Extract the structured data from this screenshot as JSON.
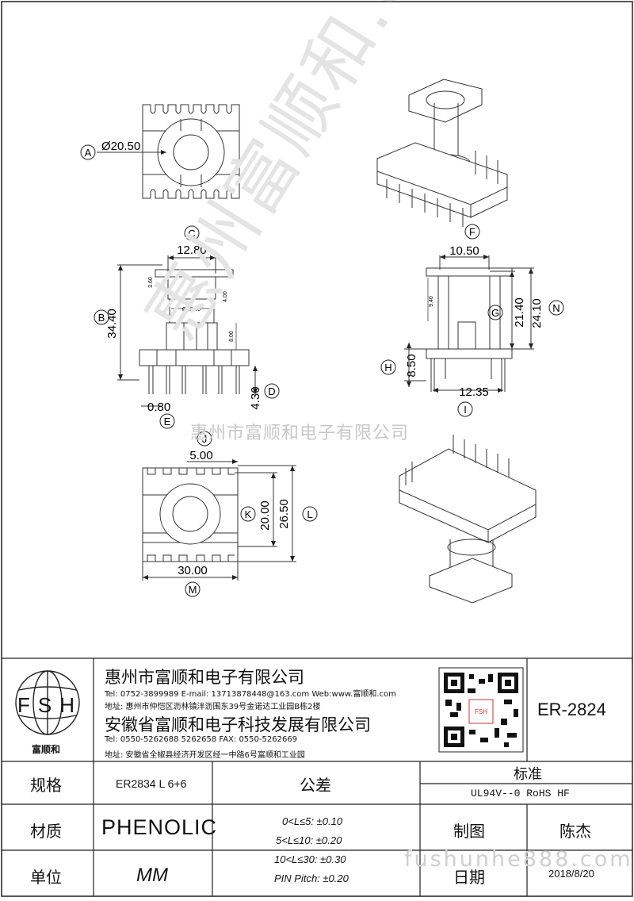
{
  "drawing": {
    "labels": {
      "A": "A",
      "B": "B",
      "C": "C",
      "D": "D",
      "E": "E",
      "F": "F",
      "G": "G",
      "H": "H",
      "I": "I",
      "J": "J",
      "K": "K",
      "L": "L",
      "M": "M",
      "N": "N"
    },
    "dims": {
      "A": "Ø20.50",
      "B": "34.40",
      "C": "12.80",
      "D": "4.30",
      "E": "0.80",
      "F": "10.50",
      "G": "21.40",
      "H": "8.50",
      "I": "12.35",
      "J": "5.00",
      "K": "20.00",
      "L": "26.50",
      "M": "30.00",
      "N": "24.10"
    },
    "small_dims": {
      "h1": "3.60",
      "h2": "4.00",
      "h3": "Ø13.80",
      "h4": "8.00",
      "h5": "9.40"
    }
  },
  "watermarks": {
    "company_center": "惠州市富顺和电子有限公司",
    "diagonal": "惠州富顺和.COM",
    "url": "fushunhe888.com"
  },
  "title_block": {
    "logo_text": "FSH",
    "logo_caption": "富顺和",
    "company1": "惠州市富顺和电子有限公司",
    "company1_contact": "Tel:  0752-3899989  E-mail: 13713878448@163.com  Web:www.富顺和.com",
    "company1_address": "地址: 惠州市仲恺区沥林镇泮沥围东39号金诺达工业园B栋2楼",
    "company2": "安徽省富顺和电子科技发展有限公司",
    "company2_contact": "Tel:  0550-5262688  5262658      FAX:  0550-5262669",
    "company2_address": "地址: 安徽省全椒县经济开发区经一中路6号富顺和工业园",
    "qr_label": "FSH",
    "part_no": "ER-2824",
    "spec_label": "规格",
    "spec_value": "ER2834 L 6+6",
    "tolerance_label": "公差",
    "standard_label": "标准",
    "standard_value": "UL94V--0  RoHS HF",
    "material_label": "材质",
    "material_value": "PHENOLIC",
    "tolerances": [
      "0<L≤5: ±0.10",
      "5<L≤10: ±0.20",
      "10<L≤30: ±0.30",
      "PIN Pitch: ±0.20"
    ],
    "drawn_label": "制图",
    "drawn_value": "陈杰",
    "unit_label": "单位",
    "unit_value": "MM",
    "date_label": "日期",
    "date_value": "2018/8/20"
  }
}
